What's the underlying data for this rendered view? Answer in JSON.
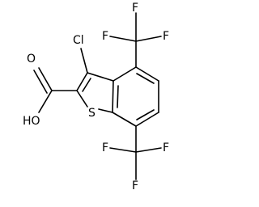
{
  "molecule": {
    "type": "skeletal-structure",
    "atom_labels": {
      "cl": "Cl",
      "s": "S",
      "oh": "HO",
      "o": "O",
      "f": "F"
    },
    "line_color": "#000000",
    "background": "#ffffff"
  }
}
